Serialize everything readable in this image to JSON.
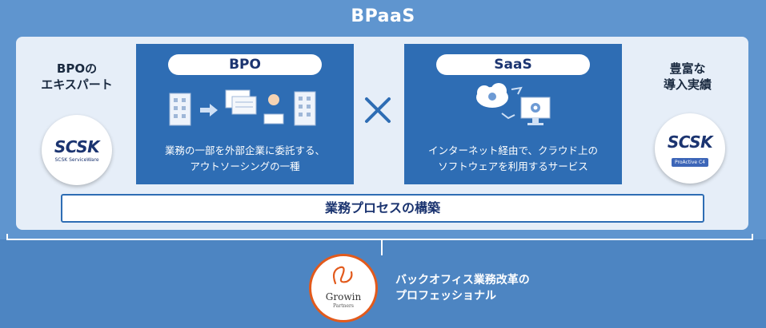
{
  "title": "BPaaS",
  "left": {
    "label_line1": "BPOの",
    "label_line2": "エキスパート",
    "logo_text": "SCSK",
    "logo_sub": "SCSK ServiceWare"
  },
  "right": {
    "label_line1": "豊富な",
    "label_line2": "導入実績",
    "logo_text": "SCSK",
    "logo_badge": "ProActive C4"
  },
  "bpo": {
    "title": "BPO",
    "desc_line1": "業務の一部を外部企業に委託する、",
    "desc_line2": "アウトソーシングの一種"
  },
  "saas": {
    "title": "SaaS",
    "desc_line1": "インターネット経由で、クラウド上の",
    "desc_line2": "ソフトウェアを利用するサービス"
  },
  "process_bar": "業務プロセスの構築",
  "growin": {
    "name": "Growin",
    "sub": "Partners",
    "desc_line1": "バックオフィス業務改革の",
    "desc_line2": "プロフェッショナル"
  },
  "colors": {
    "panel": "#2e6db4",
    "frame": "#5f95cf",
    "inner": "#e6eef8",
    "growin_ring": "#e25a1c",
    "text_dark": "#1b3470"
  },
  "icons": [
    "building-icon",
    "arrow-right-icon",
    "documents-icon",
    "worker-laptop-icon",
    "cloud-gear-icon",
    "refresh-arrows-icon",
    "monitor-gear-icon",
    "cross-icon"
  ]
}
